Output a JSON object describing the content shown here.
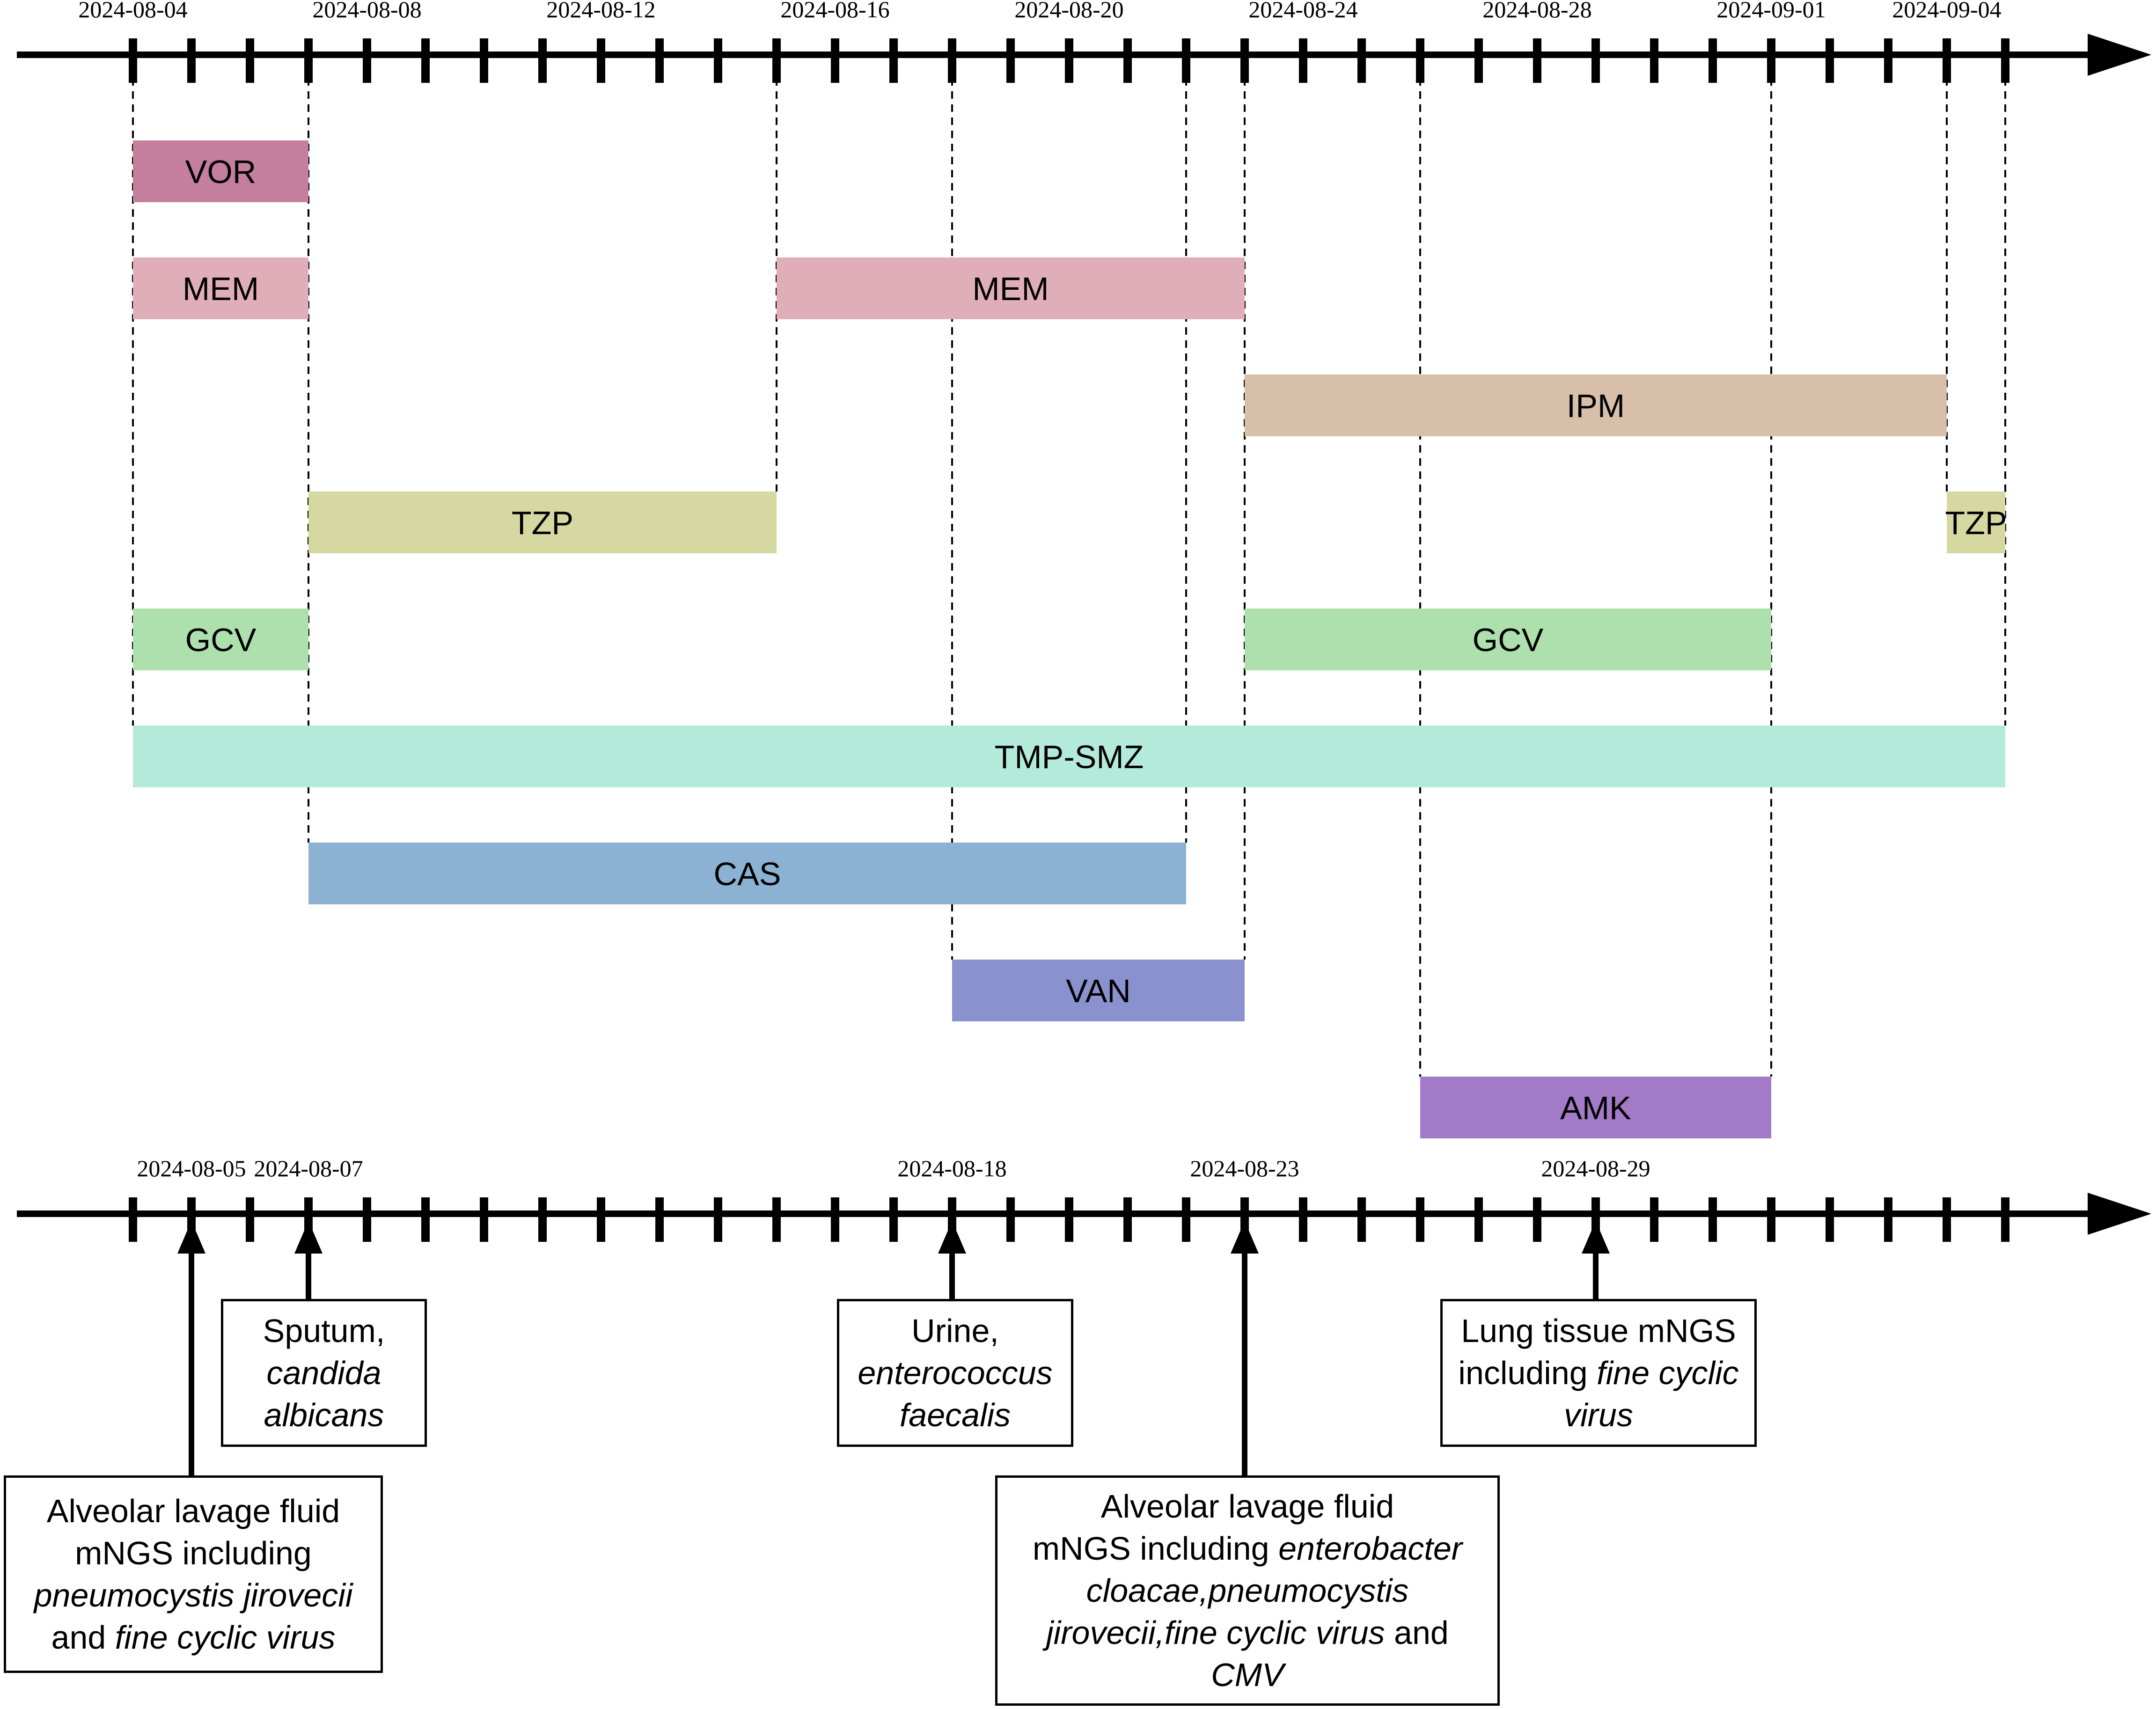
{
  "top_axis": {
    "start_date": "2024-08-04",
    "end_date": "2024-09-05",
    "labeled_dates": [
      "2024-08-04",
      "2024-08-08",
      "2024-08-12",
      "2024-08-16",
      "2024-08-20",
      "2024-08-24",
      "2024-08-28",
      "2024-09-01",
      "2024-09-04"
    ]
  },
  "bottom_axis": {
    "labeled_dates": [
      "2024-08-05",
      "2024-08-07",
      "2024-08-18",
      "2024-08-23",
      "2024-08-29"
    ]
  },
  "drugs": [
    {
      "label": "VOR",
      "start": "2024-08-04",
      "end": "2024-08-07",
      "color": "#c47e9e"
    },
    {
      "label": "MEM",
      "start": "2024-08-04",
      "end": "2024-08-07",
      "color": "#e0aeb9"
    },
    {
      "label": "MEM",
      "start": "2024-08-15",
      "end": "2024-08-23",
      "color": "#e0aeb9"
    },
    {
      "label": "IPM",
      "start": "2024-08-23",
      "end": "2024-09-04",
      "color": "#d8bfaa"
    },
    {
      "label": "TZP",
      "start": "2024-08-07",
      "end": "2024-08-15",
      "color": "#d6d8a2"
    },
    {
      "label": "TZP",
      "start": "2024-09-04",
      "end": "2024-09-05",
      "color": "#d6d8a2"
    },
    {
      "label": "GCV",
      "start": "2024-08-04",
      "end": "2024-08-07",
      "color": "#ade0ad"
    },
    {
      "label": "GCV",
      "start": "2024-08-23",
      "end": "2024-09-01",
      "color": "#ade0ad"
    },
    {
      "label": "TMP-SMZ",
      "start": "2024-08-04",
      "end": "2024-09-05",
      "color": "#b4ead9"
    },
    {
      "label": "CAS",
      "start": "2024-08-07",
      "end": "2024-08-22",
      "color": "#8bb2d2"
    },
    {
      "label": "VAN",
      "start": "2024-08-18",
      "end": "2024-08-23",
      "color": "#8a91cf"
    },
    {
      "label": "AMK",
      "start": "2024-08-26",
      "end": "2024-09-01",
      "color": "#a27ac7"
    }
  ],
  "events": [
    {
      "date": "2024-08-05",
      "lines": [
        [
          {
            "t": "Alveolar lavage fluid"
          }
        ],
        [
          {
            "t": "mNGS including"
          }
        ],
        [
          {
            "t": "pneumocystis jirovecii",
            "i": true
          }
        ],
        [
          {
            "t": "and "
          },
          {
            "t": "fine cyclic virus",
            "i": true
          }
        ]
      ]
    },
    {
      "date": "2024-08-07",
      "lines": [
        [
          {
            "t": "Sputum,"
          }
        ],
        [
          {
            "t": "candida",
            "i": true
          }
        ],
        [
          {
            "t": "albicans",
            "i": true
          }
        ]
      ]
    },
    {
      "date": "2024-08-18",
      "lines": [
        [
          {
            "t": "Urine,"
          }
        ],
        [
          {
            "t": "enterococcus",
            "i": true
          }
        ],
        [
          {
            "t": "faecalis",
            "i": true
          }
        ]
      ]
    },
    {
      "date": "2024-08-23",
      "lines": [
        [
          {
            "t": "Alveolar lavage fluid"
          }
        ],
        [
          {
            "t": "mNGS including "
          },
          {
            "t": "enterobacter",
            "i": true
          }
        ],
        [
          {
            "t": "cloacae,pneumocystis",
            "i": true
          }
        ],
        [
          {
            "t": "jirovecii,fine cyclic virus",
            "i": true
          },
          {
            "t": " and"
          }
        ],
        [
          {
            "t": "CMV",
            "i": true
          }
        ]
      ]
    },
    {
      "date": "2024-08-29",
      "lines": [
        [
          {
            "t": "Lung tissue mNGS"
          }
        ],
        [
          {
            "t": "including "
          },
          {
            "t": "fine cyclic",
            "i": true
          }
        ],
        [
          {
            "t": "virus",
            "i": true
          }
        ]
      ]
    }
  ]
}
